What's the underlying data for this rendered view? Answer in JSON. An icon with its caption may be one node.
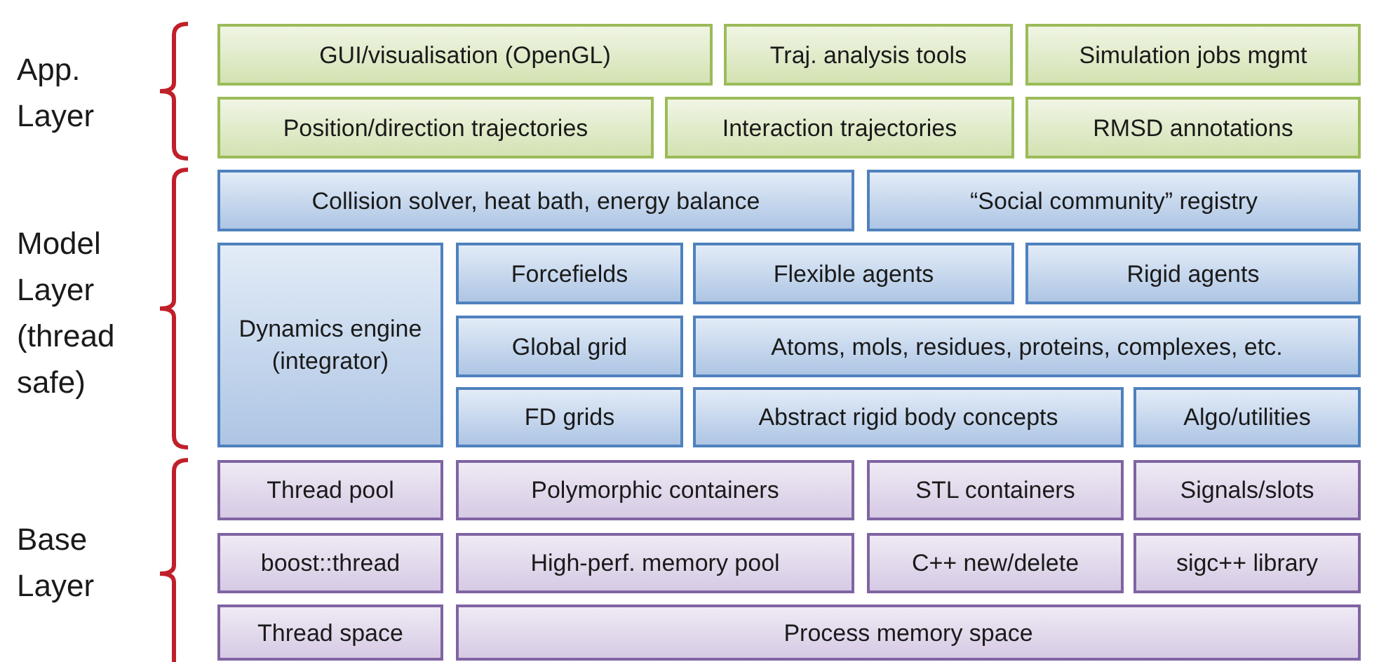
{
  "diagram": {
    "nodes": [
      {
        "text": [
          "GUI/visualisation (OpenGL)"
        ]
      },
      {
        "text": [
          "Traj. analysis tools"
        ]
      },
      {
        "text": [
          "Simulation jobs mgmt"
        ]
      },
      {
        "text": [
          "Position/direction trajectories"
        ]
      },
      {
        "text": [
          "Interaction trajectories"
        ]
      },
      {
        "text": [
          "RMSD annotations"
        ]
      },
      {
        "text": [
          "Collision solver, heat bath, energy balance"
        ]
      },
      {
        "text": [
          "“Social community” registry"
        ]
      },
      {
        "text": [
          "Dynamics engine (integrator)"
        ]
      },
      {
        "text": [
          "Forcefields"
        ]
      },
      {
        "text": [
          "Flexible agents"
        ]
      },
      {
        "text": [
          "Rigid agents"
        ]
      },
      {
        "text": [
          "Global grid"
        ]
      },
      {
        "text": [
          "Atoms, mols, residues, proteins, complexes, etc."
        ]
      },
      {
        "text": [
          "FD grids"
        ]
      },
      {
        "text": [
          "Abstract rigid body concepts"
        ]
      },
      {
        "text": [
          "Algo/utilities"
        ]
      },
      {
        "text": [
          "Thread pool"
        ]
      },
      {
        "text": [
          "Polymorphic containers"
        ]
      },
      {
        "text": [
          "STL containers"
        ]
      },
      {
        "text": [
          "Signals/slots"
        ]
      },
      {
        "text": [
          "boost::thread"
        ]
      },
      {
        "text": [
          "High-perf. memory pool"
        ]
      },
      {
        "text": [
          "C++ new/delete"
        ]
      },
      {
        "text": [
          "sigc++ library"
        ]
      },
      {
        "text": [
          "Thread space"
        ]
      },
      {
        "text": [
          "Process memory space"
        ]
      }
    ],
    "labels": [
      "App. Layer",
      "Model Layer (thread safe)",
      "Base Layer"
    ]
  }
}
